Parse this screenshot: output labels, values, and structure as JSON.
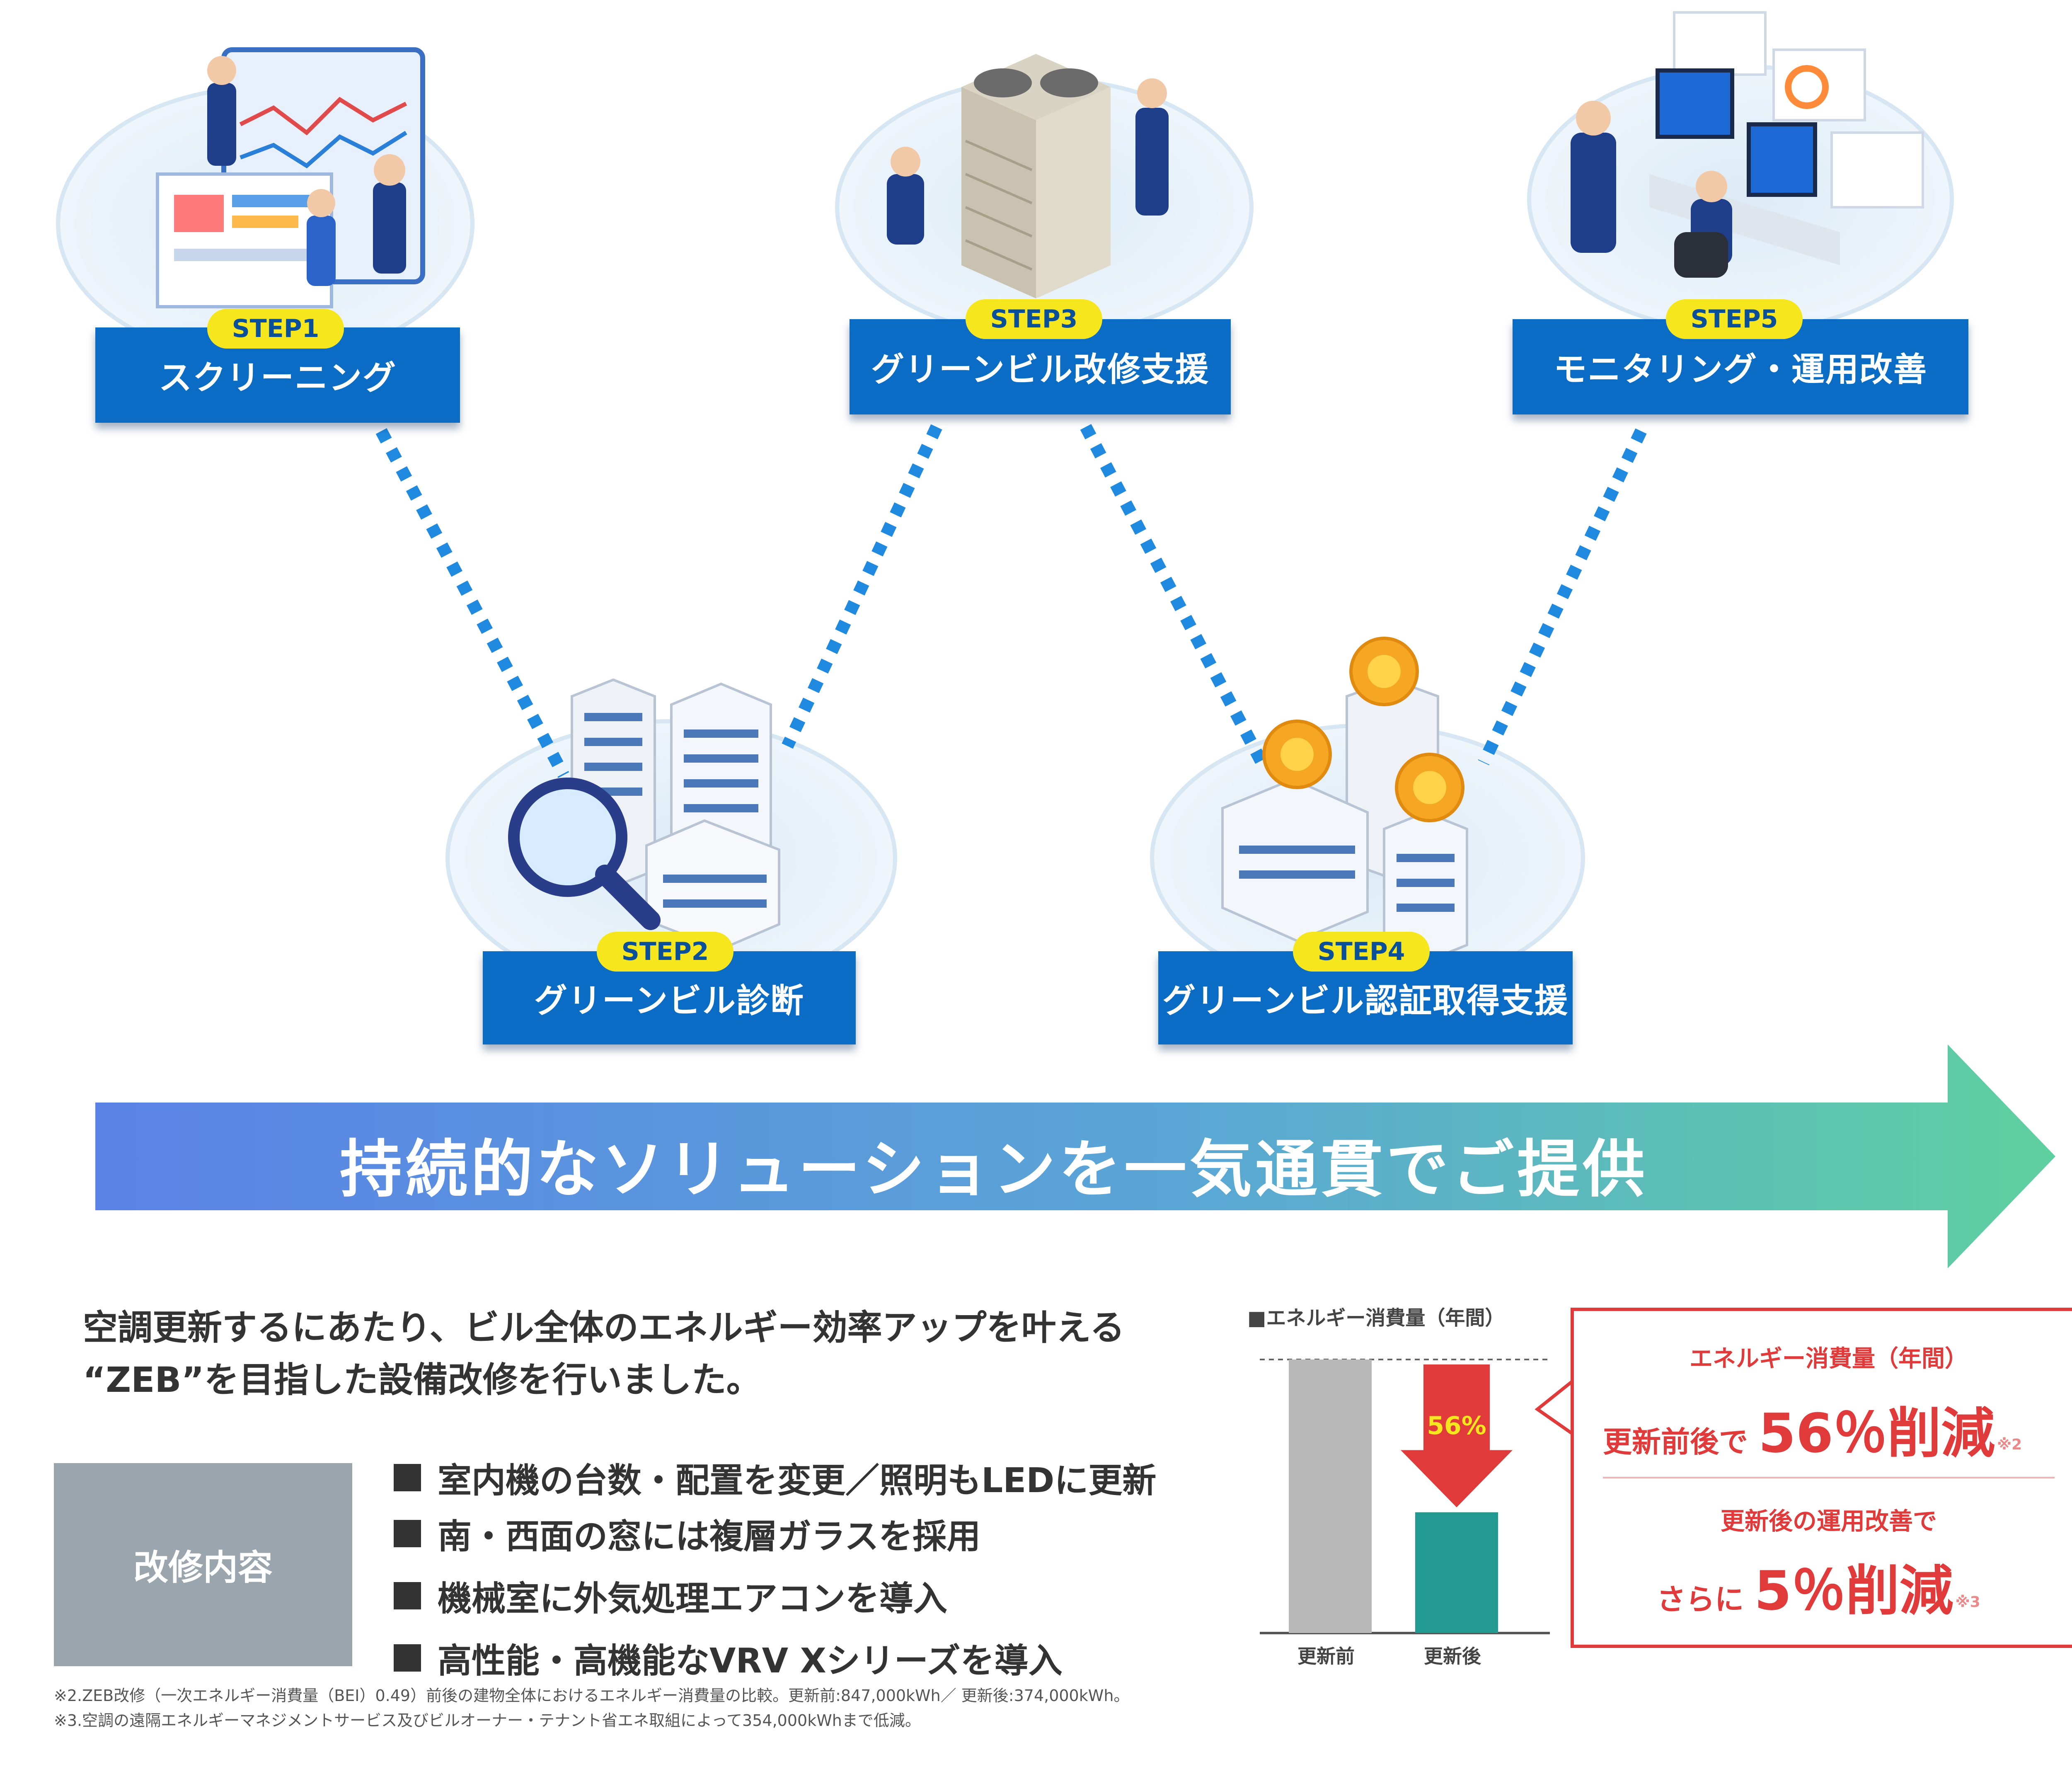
{
  "steps": [
    {
      "badge": "STEP1",
      "title": "スクリーニング"
    },
    {
      "badge": "STEP2",
      "title": "グリーンビル診断"
    },
    {
      "badge": "STEP3",
      "title": "グリーンビル改修支援"
    },
    {
      "badge": "STEP4",
      "title": "グリーンビル認証取得支援"
    },
    {
      "badge": "STEP5",
      "title": "モニタリング・運用改善"
    }
  ],
  "banner": {
    "text": "持続的なソリューションを一気通貫でご提供"
  },
  "intro": {
    "line1": "空調更新するにあたり、ビル全体のエネルギー効率アップを叶える",
    "line2": "“ZEB”を目指した設備改修を行いました。"
  },
  "renovation": {
    "label": "改修内容",
    "items": [
      "室内機の台数・配置を変更／照明もLEDに更新",
      "南・西面の窓には複層ガラスを採用",
      "機械室に外気処理エアコンを導入",
      "高性能・高機能なVRV Xシリーズを導入"
    ]
  },
  "chart_data": {
    "type": "bar",
    "title": "■エネルギー消費量（年間）",
    "categories": [
      "更新前",
      "更新後"
    ],
    "values": [
      847000,
      374000
    ],
    "reduction_label": "56%",
    "colors": {
      "before": "#b8b8b8",
      "after": "#229a92",
      "arrow": "#e03a3a"
    }
  },
  "callout": {
    "heading": "エネルギー消費量（年間）",
    "line1_prefix": "更新前後で",
    "line1_value": "56％削減",
    "line1_note": "※2",
    "line2": "更新後の運用改善で",
    "line3_prefix": "さらに",
    "line3_value": "5％削減",
    "line3_note": "※3"
  },
  "notes": {
    "note2": "※2.ZEB改修（一次エネルギー消費量（BEI）0.49）前後の建物全体におけるエネルギー消費量の比較。更新前:847,000kWh／ 更新後:374,000kWh。",
    "note3": "※3.空調の遠隔エネルギーマネジメントサービス及びビルオーナー・テナント省エネ取組によって354,000kWhまで低減。"
  },
  "colors": {
    "step_blue": "#0a6cc4",
    "badge_yellow": "#f5e61d",
    "accent_red": "#e03a3a",
    "teal": "#229a92"
  }
}
